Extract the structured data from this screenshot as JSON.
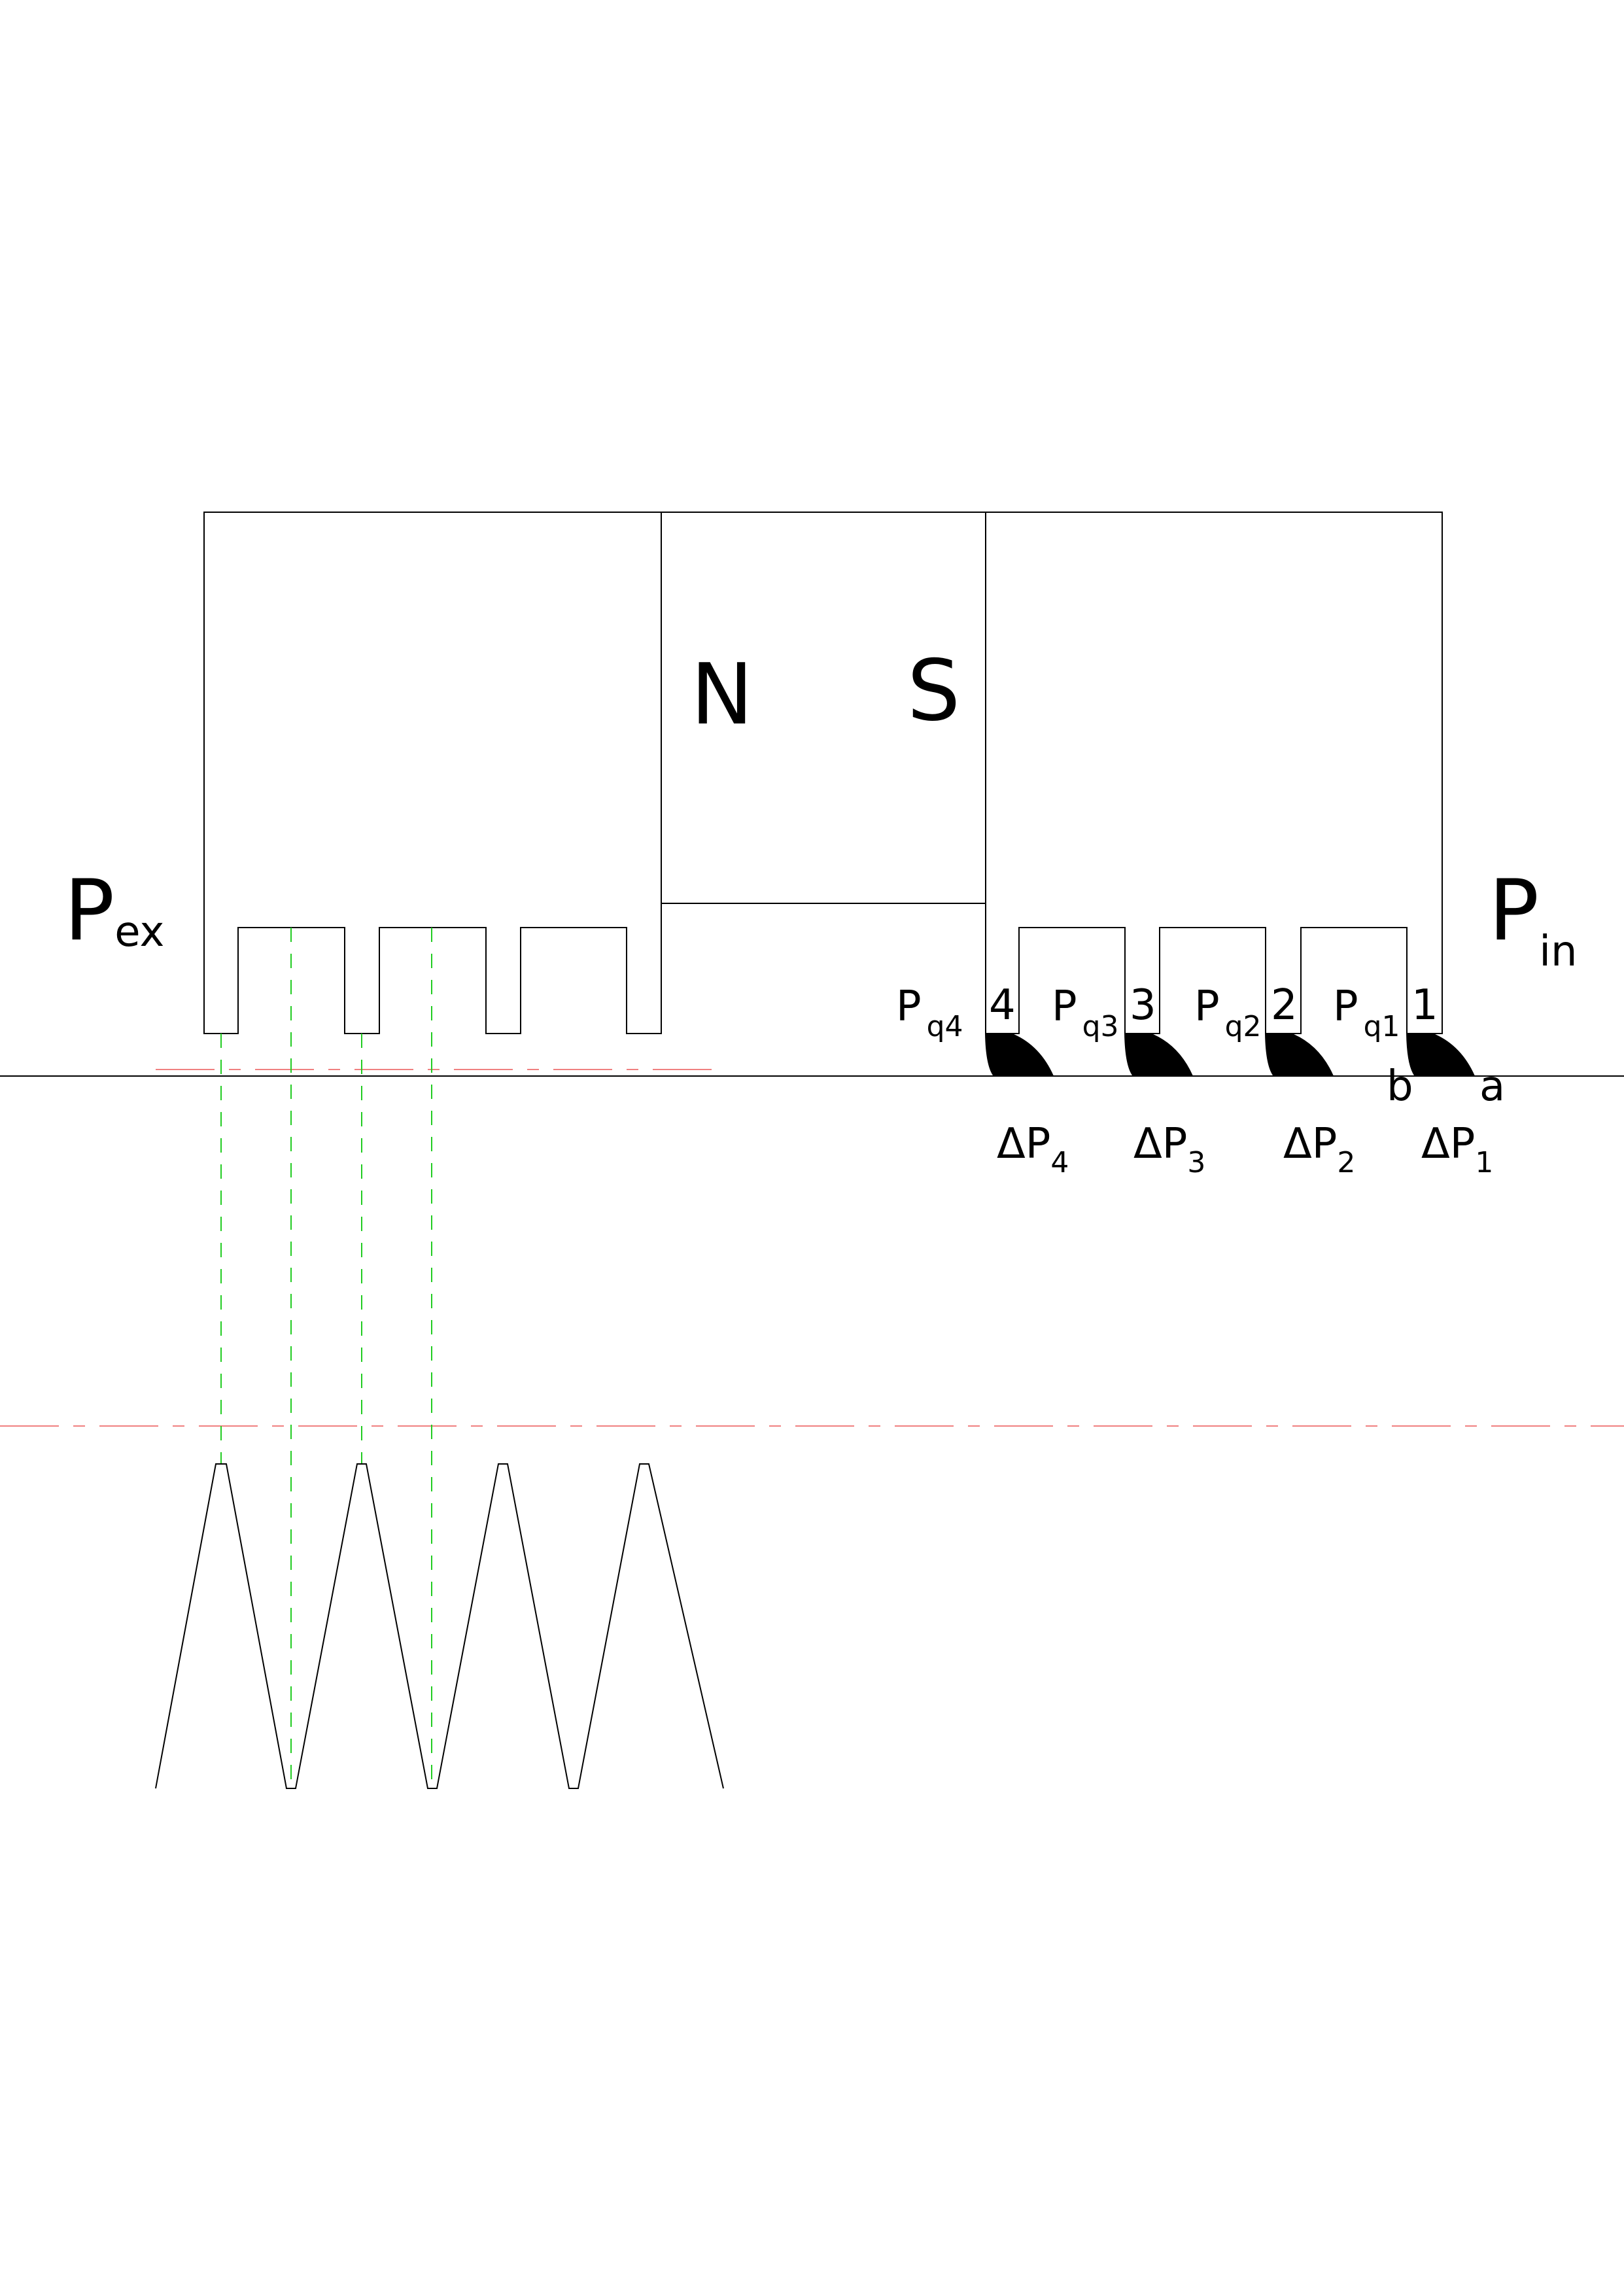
{
  "labels": {
    "p_ex_main": "P",
    "p_ex_sub": "ex",
    "p_in_main": "P",
    "p_in_sub": "in",
    "magnet_n": "N",
    "magnet_s": "S",
    "stage_4": "4",
    "stage_3": "3",
    "stage_2": "2",
    "stage_1": "1",
    "pq4_main": "P",
    "pq4_sub": "q4",
    "pq3_main": "P",
    "pq3_sub": "q3",
    "pq2_main": "P",
    "pq2_sub": "q2",
    "pq1_main": "P",
    "pq1_sub": "q1",
    "dp4_main": "ΔP",
    "dp4_sub": "4",
    "dp3_main": "ΔP",
    "dp3_sub": "3",
    "dp2_main": "ΔP",
    "dp2_sub": "2",
    "dp1_main": "ΔP",
    "dp1_sub": "1",
    "point_a": "a",
    "point_b": "b"
  },
  "colors": {
    "line": "#000000",
    "centerline": "#f08080",
    "projection": "#22cc22",
    "seal_fill": "#000000"
  }
}
